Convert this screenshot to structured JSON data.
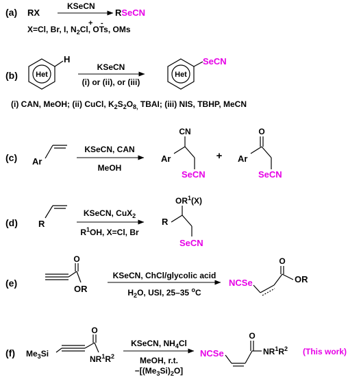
{
  "colors": {
    "ink": "#000000",
    "selenocyanate": "#e600e6"
  },
  "panels": {
    "a": {
      "label": "(a)",
      "substrate": "RX",
      "reagent": "KSeCN",
      "product_r": "R",
      "product_group": "SeCN",
      "conditions": [
        "X=Cl, Br, I, ",
        "N",
        "2",
        "Cl, OTs, OMs"
      ]
    },
    "b": {
      "label": "(b)",
      "het": "Het",
      "h": "H",
      "reagent": "KSeCN",
      "options": "(i) or (ii), or (iii)",
      "product_group": "SeCN",
      "conditions": [
        "(i) CAN, MeOH; (ii) CuCl, K",
        "2",
        "S",
        "2",
        "O",
        "8,",
        " TBAI; (iii) NIS, TBHP, MeCN"
      ]
    },
    "c": {
      "label": "(c)",
      "ar": "Ar",
      "reagent": "KSeCN, CAN",
      "solvent": "MeOH",
      "cn": "CN",
      "product_ar": "Ar",
      "product_group": "SeCN",
      "plus": "+",
      "o": "O",
      "ketone_ar": "Ar",
      "ketone_group": "SeCN"
    },
    "d": {
      "label": "(d)",
      "r": "R",
      "reagent": [
        "KSeCN, CuX",
        "2"
      ],
      "conditions": [
        "R",
        "1",
        "OH, X=Cl, Br"
      ],
      "or_group": [
        "OR",
        "1",
        "(X)"
      ],
      "product_r": "R",
      "product_group": "SeCN"
    },
    "e": {
      "label": "(e)",
      "o": "O",
      "or": "OR",
      "reagent": "KSeCN, ChCl/glycolic acid",
      "conditions": [
        "H",
        "2",
        "O, USI, 25–35 ",
        "o",
        "C"
      ],
      "product_group": "NCSe",
      "product_o": "O",
      "product_or": "OR"
    },
    "f": {
      "label": "(f)",
      "tms": [
        "Me",
        "3",
        "Si"
      ],
      "o": "O",
      "amide": [
        "NR",
        "1",
        "R",
        "2"
      ],
      "reagent": [
        "KSeCN, NH",
        "4",
        "Cl"
      ],
      "solvent": "MeOH, r.t.",
      "byproduct": [
        "−[(Me",
        "3",
        "Si)",
        "2",
        "O]"
      ],
      "product_group": "NCSe",
      "product_o": "O",
      "product_amide": [
        "NR",
        "1",
        "R",
        "2"
      ],
      "note": "(This work)"
    }
  }
}
